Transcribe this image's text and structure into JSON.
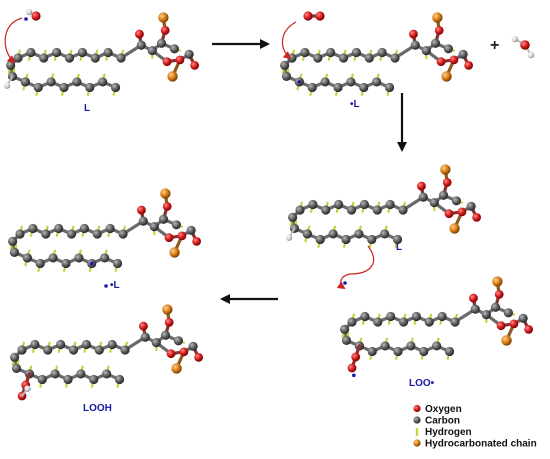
{
  "labels": {
    "step1": "L",
    "step2": "•L",
    "step3": "L",
    "step4": "LOO•",
    "step5": "•L",
    "step6": "LOOH",
    "plus": "+"
  },
  "legend": [
    {
      "label": "Oxygen",
      "color": "#d01818",
      "kind": "ball"
    },
    {
      "label": "Carbon",
      "color": "#555555",
      "kind": "ball"
    },
    {
      "label": "Hydrogen",
      "color": "#c8d23a",
      "kind": "stick"
    },
    {
      "label": "Hydrocarbonated chain",
      "color": "#d47a12",
      "kind": "ball"
    }
  ],
  "colors": {
    "oxygen": "#d01818",
    "carbon": "#555555",
    "hydrogen": "#c8d23a",
    "chain": "#d47a12",
    "radical": "#1a1aa8",
    "arrow": "#111111",
    "curved_arrow": "#cc2222"
  }
}
